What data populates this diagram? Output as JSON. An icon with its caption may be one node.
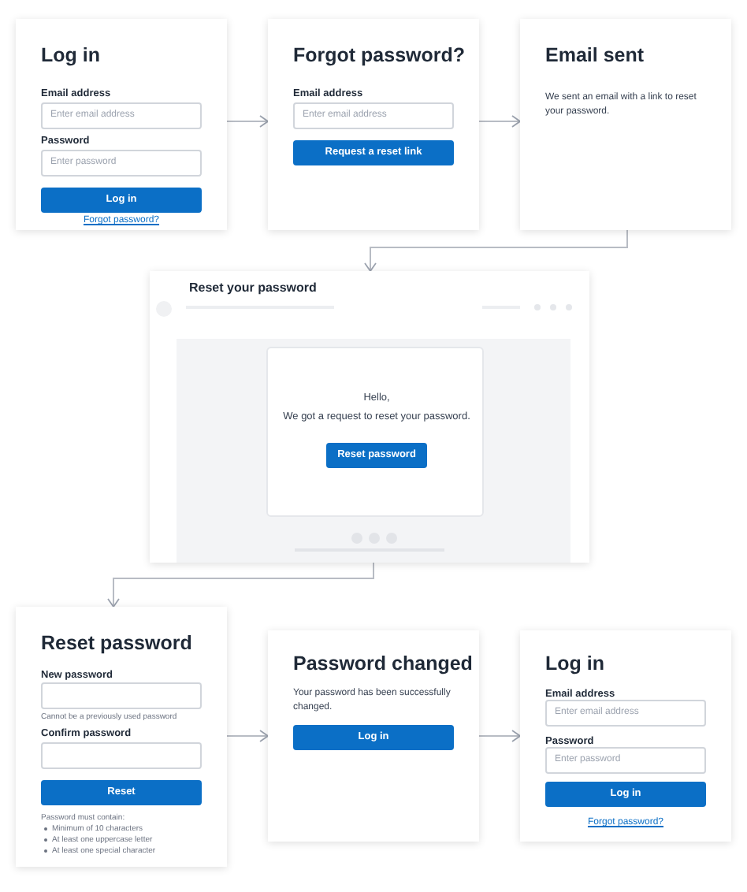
{
  "diagram": {
    "nodes": [
      {
        "text": [
          "Log in",
          "Email address",
          "Password",
          "Forgot password?"
        ]
      },
      {
        "text": [
          "Enter email address"
        ],
        "in": 0
      },
      {
        "text": [
          "Enter password"
        ],
        "in": 0
      },
      {
        "text": [
          "Log in"
        ],
        "in": 0
      },
      {
        "text": [
          "Forgot password?",
          "Email address"
        ]
      },
      {
        "text": [
          "Enter email address"
        ],
        "in": 4
      },
      {
        "text": [
          "Request a reset link"
        ],
        "in": 4
      },
      {
        "text": [
          "Email sent",
          "We sent an email with a link to reset your password."
        ]
      },
      {
        "text": [
          "Reset your password"
        ]
      },
      {
        "text": [
          "Hello,",
          "We got a request to reset your password."
        ],
        "in": 8
      },
      {
        "text": [
          "Reset password"
        ],
        "in": 9
      },
      {
        "text": [
          "Reset password",
          "New password",
          "Cannot be a previously used password",
          "Confirm password",
          "Password must contain:",
          "Minimum of 10 characters",
          "At least one uppercase letter",
          "At least one special character"
        ]
      },
      {
        "text": [],
        "shape": "box",
        "in": 11
      },
      {
        "text": [],
        "shape": "box",
        "in": 11
      },
      {
        "text": [
          "Reset"
        ],
        "in": 11
      },
      {
        "text": [
          "Password changed",
          "Your password has been successfully changed."
        ]
      },
      {
        "text": [
          "Log in"
        ],
        "in": 15
      },
      {
        "text": [
          "Log in",
          "Email address",
          "Password",
          "Forgot password?"
        ]
      },
      {
        "text": [
          "Enter email address"
        ],
        "in": 17
      },
      {
        "text": [
          "Enter password"
        ],
        "in": 17
      },
      {
        "text": [
          "Log in"
        ],
        "in": 17
      }
    ],
    "edges": [
      {
        "from": 0,
        "to": 4,
        "arrow": "to"
      },
      {
        "from": 4,
        "to": 7,
        "arrow": "to"
      },
      {
        "from": 7,
        "to": 8,
        "arrow": "to"
      },
      {
        "from": 8,
        "to": 11,
        "arrow": "to"
      },
      {
        "from": 11,
        "to": 15,
        "arrow": "to"
      },
      {
        "from": 15,
        "to": 17,
        "arrow": "to"
      }
    ]
  }
}
